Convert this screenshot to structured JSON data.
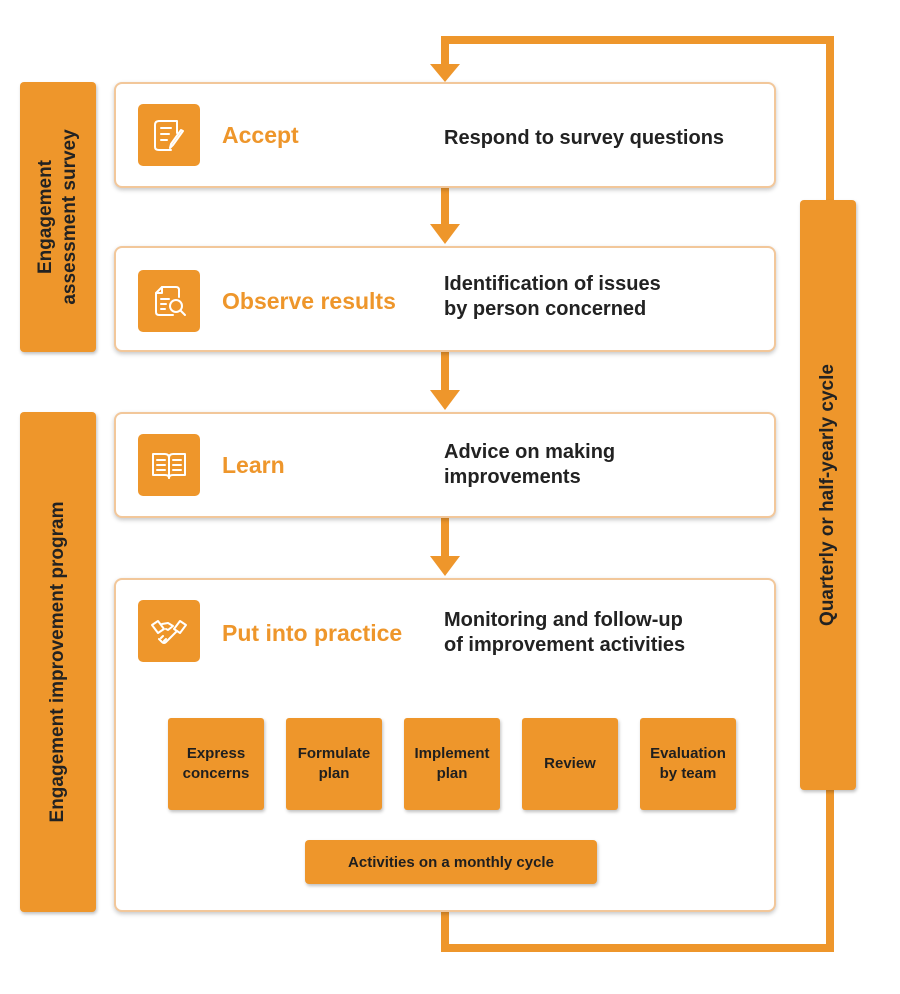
{
  "colors": {
    "accent": "#ee962b",
    "card_border": "#f2c79a",
    "text_dark": "#222222"
  },
  "side_labels": {
    "survey": {
      "line1": "Engagement",
      "line2": "assessment survey"
    },
    "program": "Engagement improvement program"
  },
  "cycle_label": "Quarterly or half-yearly cycle",
  "steps": [
    {
      "title": "Accept",
      "icon": "document-pen-icon",
      "desc_line1": "Respond to survey questions",
      "desc_line2": ""
    },
    {
      "title": "Observe results",
      "icon": "document-magnifier-icon",
      "desc_line1": "Identification of issues",
      "desc_line2": "by person concerned"
    },
    {
      "title": "Learn",
      "icon": "open-book-icon",
      "desc_line1": "Advice on making",
      "desc_line2": "improvements"
    },
    {
      "title": "Put into practice",
      "icon": "handshake-icon",
      "desc_line1": "Monitoring and follow-up",
      "desc_line2": "of improvement activities"
    }
  ],
  "monthly_steps": [
    {
      "line1": "Express",
      "line2": "concerns"
    },
    {
      "line1": "Formulate",
      "line2": "plan"
    },
    {
      "line1": "Implement",
      "line2": "plan"
    },
    {
      "line1": "Review",
      "line2": ""
    },
    {
      "line1": "Evaluation",
      "line2": "by team"
    }
  ],
  "monthly_label": "Activities on a monthly cycle"
}
